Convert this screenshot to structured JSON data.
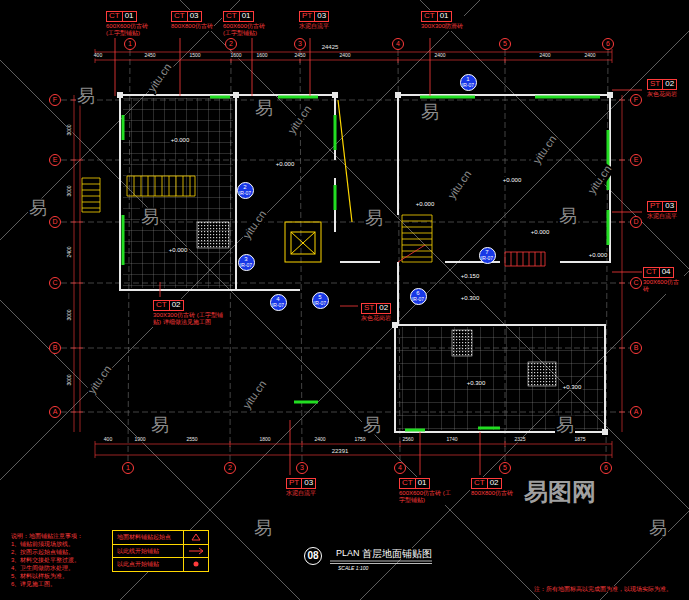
{
  "diagram": {
    "title": "首层地面铺贴图",
    "nodes": [
      {
        "text": [
          "CT",
          "01",
          "600X600仿古砖 (工字型铺贴)"
        ]
      },
      {
        "text": [
          "CT",
          "03",
          "800X800仿古砖"
        ]
      },
      {
        "text": [
          "CT",
          "01",
          "600X600仿古砖 (工字型铺贴)"
        ]
      },
      {
        "text": [
          "PT",
          "03",
          "水泥自流平"
        ]
      },
      {
        "text": [
          "CT",
          "01",
          "300X300防滑砖"
        ]
      },
      {
        "text": [
          "ST",
          "02",
          "灰色花岗岩"
        ]
      },
      {
        "text": [
          "PT",
          "03",
          "水泥自流平"
        ]
      },
      {
        "text": [
          "CT",
          "04",
          "300X600仿古砖"
        ]
      },
      {
        "text": [
          "CT",
          "02",
          "300X300仿古砖 (工字型铺贴) 详细做法见施工图"
        ]
      },
      {
        "text": [
          "ST",
          "02",
          "灰色花岗岩"
        ]
      },
      {
        "text": [
          "PT",
          "03",
          "水泥自流平"
        ]
      },
      {
        "text": [
          "CT",
          "01",
          "600X600仿古砖 (工字型铺贴)"
        ]
      },
      {
        "text": [
          "CT",
          "02",
          "800X800仿古砖"
        ]
      },
      {
        "text": [
          "1"
        ]
      },
      {
        "text": [
          "2"
        ]
      },
      {
        "text": [
          "3"
        ]
      },
      {
        "text": [
          "4"
        ]
      },
      {
        "text": [
          "5"
        ]
      },
      {
        "text": [
          "6"
        ]
      },
      {
        "text": [
          "1"
        ]
      },
      {
        "text": [
          "2"
        ]
      },
      {
        "text": [
          "3"
        ]
      },
      {
        "text": [
          "4"
        ]
      },
      {
        "text": [
          "5"
        ]
      },
      {
        "text": [
          "6"
        ]
      },
      {
        "text": [
          "F"
        ]
      },
      {
        "text": [
          "E"
        ]
      },
      {
        "text": [
          "D"
        ]
      },
      {
        "text": [
          "C"
        ]
      },
      {
        "text": [
          "B"
        ]
      },
      {
        "text": [
          "A"
        ]
      },
      {
        "text": [
          "F"
        ]
      },
      {
        "text": [
          "E"
        ]
      },
      {
        "text": [
          "D"
        ]
      },
      {
        "text": [
          "C"
        ]
      },
      {
        "text": [
          "B"
        ]
      },
      {
        "text": [
          "A"
        ]
      },
      {
        "text": [
          "1",
          "IR-07"
        ]
      },
      {
        "text": [
          "2",
          "IR-07"
        ]
      },
      {
        "text": [
          "3",
          "IR-07"
        ]
      },
      {
        "text": [
          "4",
          "IR-07"
        ]
      },
      {
        "text": [
          "5",
          "IR-07"
        ]
      },
      {
        "text": [
          "6",
          "IR-07"
        ]
      },
      {
        "text": [
          "7",
          "IR-07"
        ]
      },
      {
        "text": [
          "08"
        ]
      }
    ],
    "labels": [
      "24425",
      "400",
      "2450",
      "1500",
      "1600",
      "1600",
      "2450",
      "2400",
      "2400",
      "2400",
      "2400",
      "22391",
      "400",
      "1900",
      "2550",
      "1800",
      "2400",
      "1750",
      "2560",
      "1740",
      "2325",
      "1875",
      "3000",
      "3000",
      "2400",
      "3000",
      "3000",
      "+0.000",
      "+0.000",
      "+0.000",
      "+0.000",
      "+0.000",
      "+0.000",
      "+0.150",
      "+0.300",
      "+0.300",
      "+0.300",
      "+0.000",
      "PLAN",
      "SCALE 1:100",
      "说明：地面铺贴注意事项：",
      "1、铺贴前须现场放线。",
      "2、按图示起始点铺贴。",
      "3、材料交接处平整过渡。",
      "4、卫生间做防水处理。",
      "5、材料以样板为准。",
      "6、详见施工图。",
      "注：所有地面标高以完成面为准，以现场实际为准。",
      "易",
      "易",
      "易",
      "易",
      "易",
      "易",
      "易",
      "易",
      "易",
      "易",
      "易",
      "易",
      "yitu.cn",
      "yitu.cn",
      "yitu.cn",
      "yitu.cn",
      "yitu.cn",
      "yitu.cn",
      "yitu.cn",
      "yitu.cn",
      "易图网"
    ],
    "legend": [
      {
        "text": "地面材料铺贴起始点"
      },
      {
        "text": "以此线开始铺贴"
      },
      {
        "text": "以此点开始铺贴"
      }
    ]
  }
}
